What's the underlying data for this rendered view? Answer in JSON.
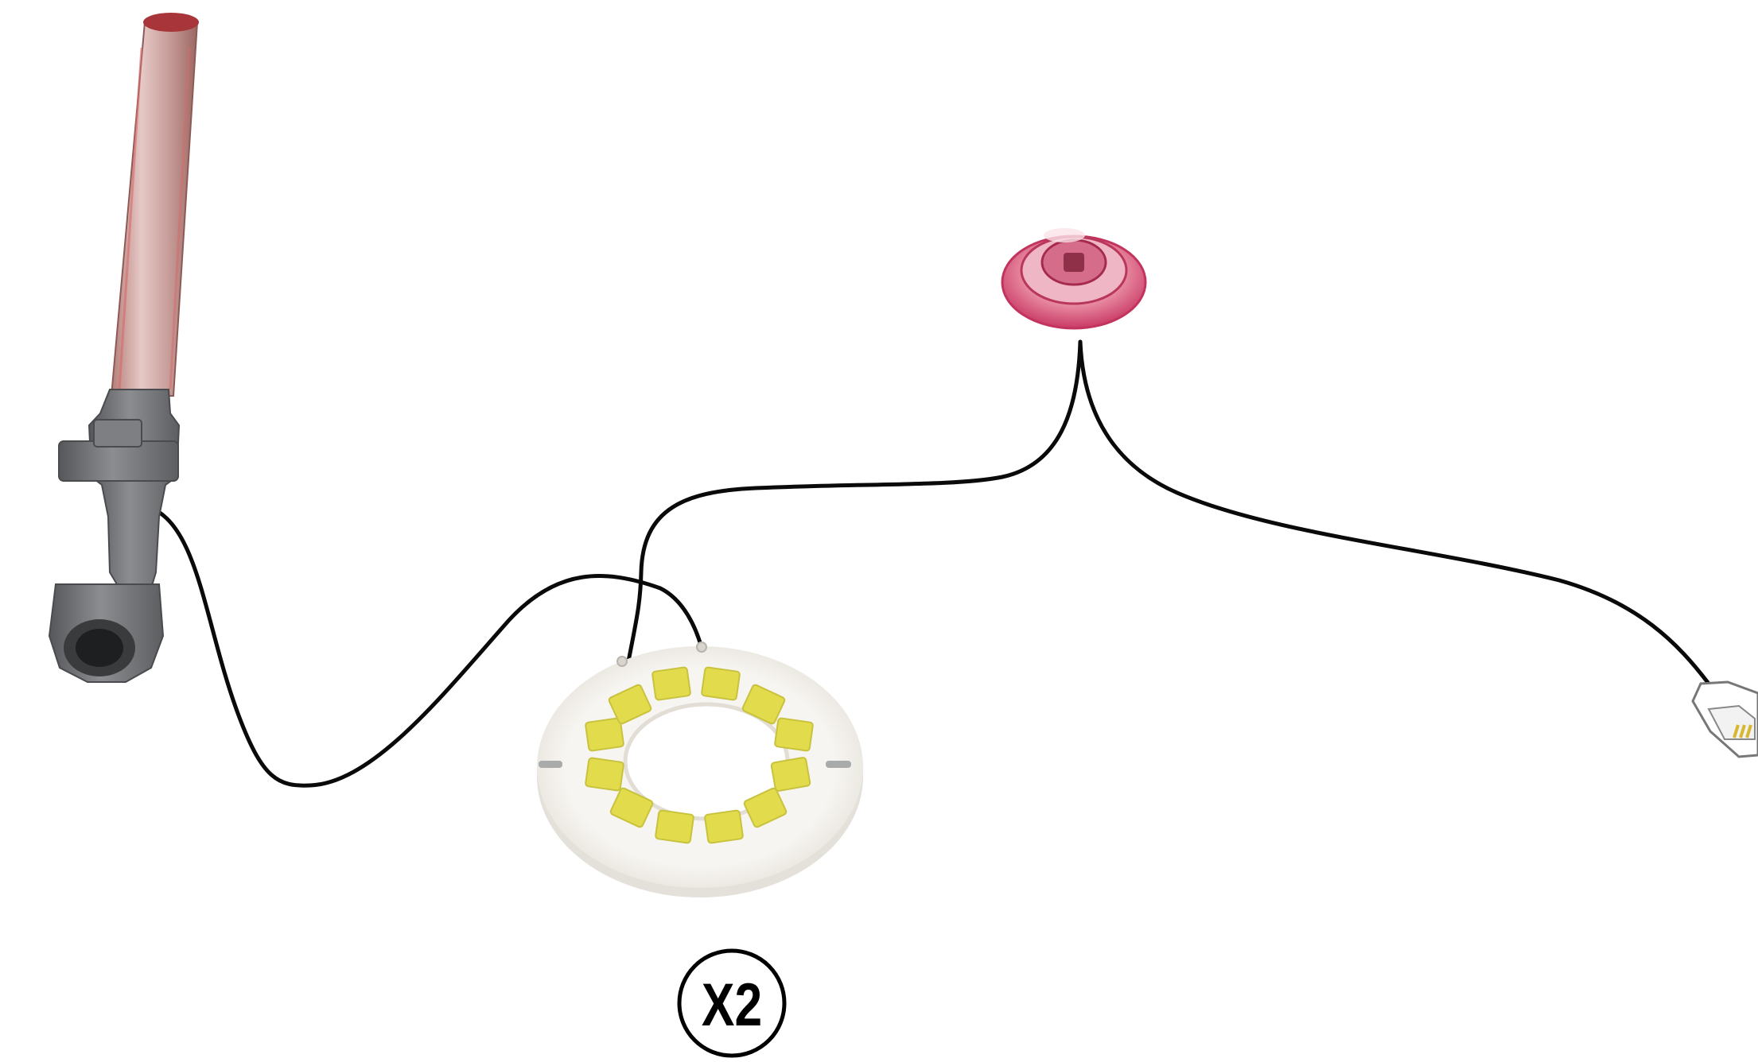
{
  "diagram": {
    "quantity_badge": {
      "label": "X2"
    },
    "colors": {
      "background": "#ffffff",
      "cable": "#0a0a0a",
      "lightsaber_hilt": "#6e6f72",
      "lightsaber_blade": "#c9a3a1",
      "blade_tip": "#a8353a",
      "led_board": "#f4f2ee",
      "led_chip": "#e2dc4c",
      "round_light": "#e04f7e",
      "connector": "#ffffff",
      "connector_pins": "#d9b62f"
    },
    "components": [
      {
        "name": "lightsaber",
        "icon": "lightsaber-icon"
      },
      {
        "name": "led-ring-board",
        "icon": "led-ring-icon"
      },
      {
        "name": "round-pink-light",
        "icon": "round-light-icon"
      },
      {
        "name": "cable-connector",
        "icon": "connector-plug-icon"
      }
    ]
  }
}
